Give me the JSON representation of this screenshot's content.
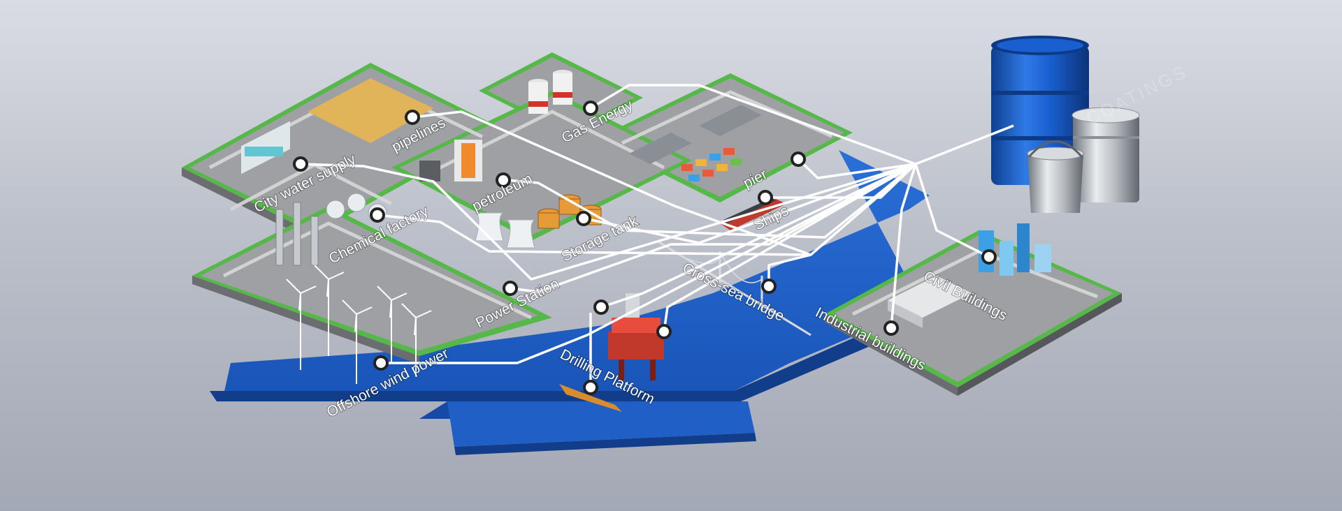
{
  "watermark": "COATINGS",
  "colors": {
    "sea": "#1f5fc6",
    "sea_dark": "#123d8a",
    "land": "#9ea0a3",
    "lawn": "#57b84a",
    "road": "#d8d8d8",
    "line": "#ffffff",
    "drum": "#1d64cf",
    "can": "#b9bec3"
  },
  "labels": {
    "pipelines": "pipelines",
    "gas_energy": "Gas Energy",
    "city_water": "City water supply",
    "petroleum": "petroleum",
    "chemical": "Chemical factory",
    "storage": "Storage tank",
    "pier": "pier",
    "ships": "Ships",
    "power": "Power Station",
    "bridge": "Cross-sea bridge",
    "civil": "Civil Buildings",
    "industrial": "Industrial buildings",
    "offshore": "Offshore wind power",
    "drilling": "Drilling Platform"
  }
}
